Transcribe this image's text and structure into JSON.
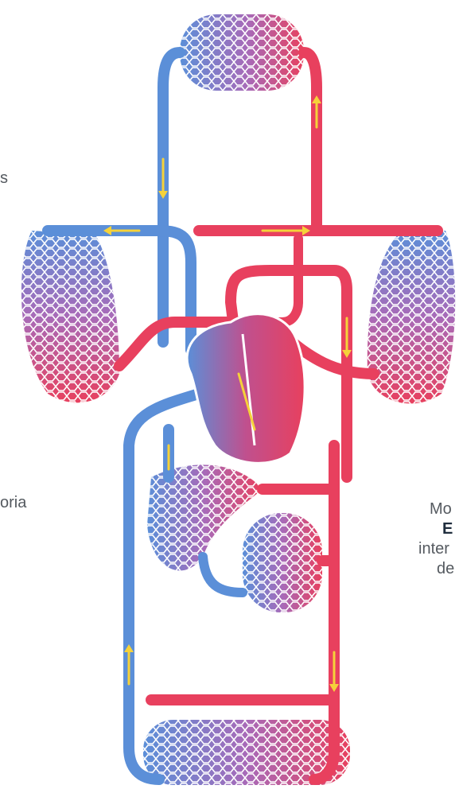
{
  "text_fragments": [
    {
      "id": "frag-s",
      "text": "s"
    },
    {
      "id": "frag-oria",
      "text": "oria"
    },
    {
      "id": "frag-mo",
      "text": "Mo"
    },
    {
      "id": "frag-e",
      "text": "E"
    },
    {
      "id": "frag-inter",
      "text": "inter"
    },
    {
      "id": "frag-de",
      "text": "de"
    }
  ],
  "colors": {
    "venous_blue": "#5b8fd8",
    "arterial_red": "#e8405e",
    "flow_arrow_yellow": "#f5d23a",
    "capillary_purple": "#a86ab8",
    "text_gray": "#555a60"
  }
}
